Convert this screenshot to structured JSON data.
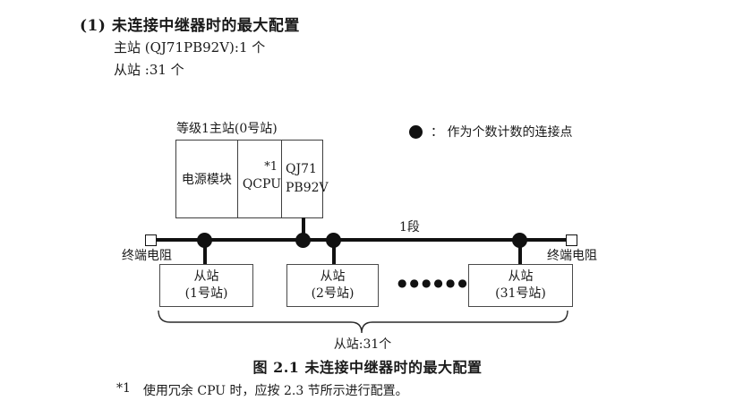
{
  "colors": {
    "ink": "#1a1a1a",
    "line": "#111111",
    "box_border": "#4a4a4a"
  },
  "header": {
    "title": "(1) 未连接中继器时的最大配置",
    "master_line": "主站 (QJ71PB92V):1 个",
    "slave_line": "从站 :31 个"
  },
  "diagram": {
    "master_station_label": "等级1主站(0号站)",
    "modules": {
      "power": "电源模块",
      "cpu": "QCPU",
      "cpu_note": "*1",
      "pb_line1": "QJ71",
      "pb_line2": "PB92V"
    },
    "legend": {
      "text": "：  作为个数计数的连接点"
    },
    "segment_label": "1段",
    "terminator_left_label": "终端电阻",
    "terminator_right_label": "终端电阻",
    "slaves": [
      {
        "line1": "从站",
        "line2": "(1号站)"
      },
      {
        "line1": "从站",
        "line2": "(2号站)"
      },
      {
        "line1": "从站",
        "line2": "(31号站)"
      }
    ],
    "ellipsis": "●●●●●●",
    "brace_label": "从站:31个"
  },
  "caption": "图 2.1 未连接中继器时的最大配置",
  "footnote": {
    "marker": "*1",
    "text": "使用冗余 CPU 时，应按 2.3 节所示进行配置。"
  }
}
